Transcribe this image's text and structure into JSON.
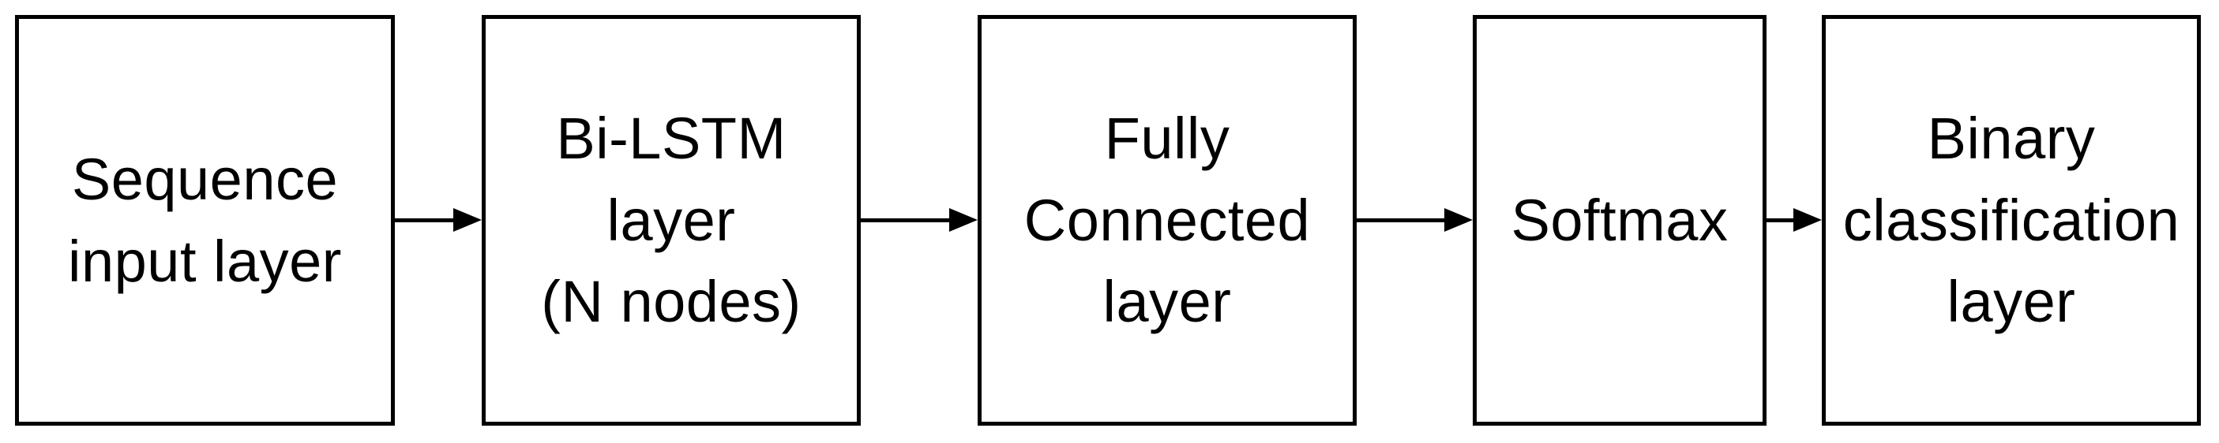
{
  "diagram": {
    "type": "flowchart",
    "direction": "left-to-right",
    "nodes": [
      {
        "id": "sequence-input-layer",
        "label": "Sequence\ninput layer"
      },
      {
        "id": "bi-lstm-layer",
        "label": "Bi-LSTM\nlayer\n(N nodes)"
      },
      {
        "id": "fully-connected-layer",
        "label": "Fully\nConnected\nlayer"
      },
      {
        "id": "softmax",
        "label": "Softmax"
      },
      {
        "id": "binary-classification-layer",
        "label": "Binary\nclassification\nlayer"
      }
    ],
    "edges": [
      {
        "from": "sequence-input-layer",
        "to": "bi-lstm-layer"
      },
      {
        "from": "bi-lstm-layer",
        "to": "fully-connected-layer"
      },
      {
        "from": "fully-connected-layer",
        "to": "softmax"
      },
      {
        "from": "softmax",
        "to": "binary-classification-layer"
      }
    ],
    "colors": {
      "box_border": "#000000",
      "text": "#000000",
      "background": "#ffffff",
      "arrow": "#000000"
    }
  }
}
